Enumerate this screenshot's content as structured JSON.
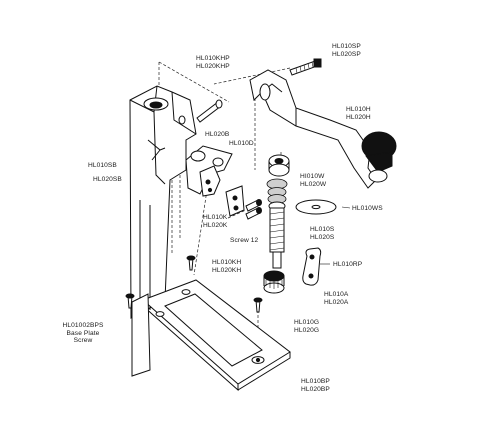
{
  "labels": {
    "stand_pin": "HL010KHP\nHL020KHP",
    "shaft_pin": "HL010SP\nHL020SP",
    "handle": "HL010H\nHL020H",
    "bracket_b": "HL020B",
    "bracket_d": "HL010D",
    "stand": "HL010SB",
    "stand_b": "HL020SB",
    "washer_w": "HI010W\nHL020W",
    "washer_ws": "HL010WS",
    "knife": "HL010K\nHL020K",
    "screw": "Screw 12",
    "shaft_s": "HL010S\nHL020S",
    "retainer": "HL010RP",
    "knife_holder": "HL010KH\nHL020KH",
    "gear_a": "HL010A\nHL020A",
    "gear_g": "HL010G\nHL020G",
    "base_screw": "HL01002BPS\nBase Plate\nScrew",
    "base_plate": "HL010BP\nHL020BP"
  },
  "icons": {
    "handle_knob": "knob-icon",
    "screw_head": "screw-icon"
  },
  "colors": {
    "ink": "#111111",
    "paper": "#ffffff"
  }
}
